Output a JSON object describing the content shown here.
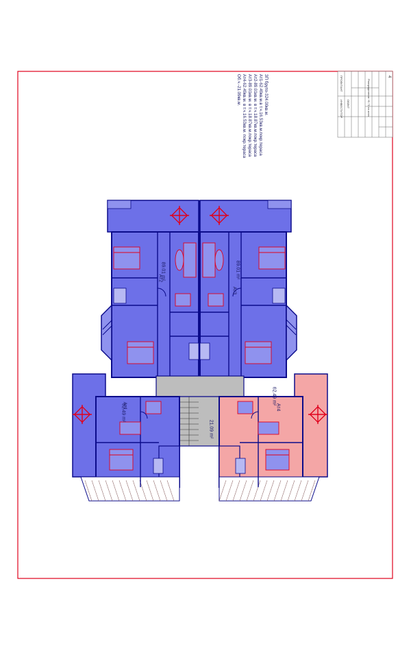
{
  "colors": {
    "frame": "#e0001b",
    "apartment_fill": "#6d70e8",
    "apartment_fill_light": "#8f92ee",
    "highlight_apartment": "#f4a6a6",
    "corridor": "#bdbdbd",
    "walls": "#0b0b8a",
    "furniture": "#e0001b"
  },
  "area_notes": {
    "lines": [
      "ЗП бруто-324.00кв.м.",
      "Ат1-62.49кв.м.в т.ч.16.53кв.м.покр.тераса",
      "Ат2-89.01кв.м. в т.ч.18.87кв.м.покр.тераса",
      "Ат3-89.01кв.м. в т.ч.18.87кв.м.покр.тераса",
      "Ат4-62.49кв.м. в т.ч.16.53кв.м. покр.тераса",
      "Об.ч.-21.09кв.м."
    ]
  },
  "apartments": {
    "at1": {
      "name": "Ат1",
      "area": "62.49 m²"
    },
    "at2": {
      "name": "Ат2",
      "area": "89.01 m²"
    },
    "at3": {
      "name": "Ат3",
      "area": "89.01 m²"
    },
    "at4": {
      "name": "Ат4",
      "area": "62.49 m²"
    },
    "common": {
      "area": "21.09 m²"
    }
  },
  "title_block": {
    "investor_label": "ИНВЕСТИТОР",
    "object_label": "ОБЕКТ",
    "designer_label": "ПРОЕКТАНТ",
    "drawing_title": "Разпределение +5.70 на кота",
    "sheet_number": "4"
  }
}
